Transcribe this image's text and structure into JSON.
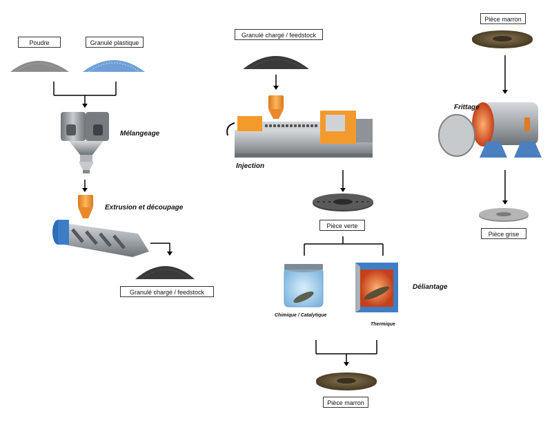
{
  "labels": {
    "poudre": "Poudre",
    "granule_plastique": "Granulé plastique",
    "melangeage": "Mélangeage",
    "extrusion": "Extrusion et découpage",
    "feedstock_bottom": "Granulé chargé / feedstock",
    "feedstock_top": "Granulé chargé / feedstock",
    "injection": "Injection",
    "piece_verte": "Pièce verte",
    "deliantage": "Déliantage",
    "chimique": "Chimique / Catalytique",
    "thermique": "Thermique",
    "piece_marron_bottom": "Pièce marron",
    "piece_marron_top": "Pièce marron",
    "frittage": "Frittage",
    "piece_grise": "Pièce grise"
  },
  "colors": {
    "powder_grey": "#8c8c8c",
    "plastic_blue": "#6f9fd8",
    "feedstock_dark": "#3a3a3a",
    "machine_grey": "#9a9ea3",
    "accent_orange": "#f39a2c",
    "brown_part": "#6b5a3a",
    "green_part": "#3f3f3f",
    "grey_part": "#b5b5b5",
    "furnace_blue": "#4a7fc0"
  }
}
